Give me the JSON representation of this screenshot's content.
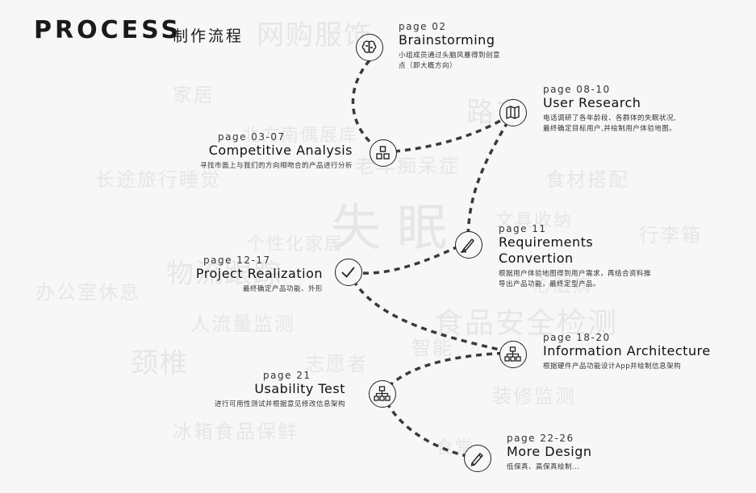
{
  "header": {
    "title": "PROCESS",
    "subtitle": "制作流程"
  },
  "background_words": [
    "网购服饰",
    "家居",
    "路东",
    "北方南偶展库",
    "长途旅行睡觉",
    "食材搭配",
    "老年痴呆症",
    "失眠",
    "文具收纳",
    "行李箱",
    "个性化家居",
    "物流跟踪",
    "办公室休息",
    "人流量监测",
    "颈椎",
    "食品安全检测",
    "志愿者",
    "智能",
    "装修监测",
    "冰箱食品保鲜",
    "心脏病",
    "食堂"
  ],
  "steps": [
    {
      "id": "brainstorming",
      "page": "page 02",
      "name": "Brainstorming",
      "desc": [
        "小组成员通过头脑风暴得到创意",
        "点（即大概方向）"
      ],
      "icon": "brain-icon"
    },
    {
      "id": "user-research",
      "page": "page 08-10",
      "name": "User Research",
      "desc": [
        "电话调研了各年龄段、各群体的失眠状况,",
        "最终确定目标用户,并绘制用户体验地图。"
      ],
      "icon": "map-icon"
    },
    {
      "id": "competitive-analysis",
      "page": "page 03-07",
      "name": "Competitive Analysis",
      "desc": [
        "寻找市面上与我们的方向相吻合的产品进行分析"
      ],
      "icon": "squares-icon"
    },
    {
      "id": "requirements-convertion",
      "page": "page 11",
      "name": "Requirements Convertion",
      "desc": [
        "根据用户体验地图得到用户需求，再结合资料推",
        "导出产品功能，最终定型产品。"
      ],
      "icon": "pen-icon"
    },
    {
      "id": "project-realization",
      "page": "page 12-17",
      "name": "Project Realization",
      "desc": [
        "最终确定产品功能、外形"
      ],
      "icon": "check-icon"
    },
    {
      "id": "information-architecture",
      "page": "page 18-20",
      "name": "Information Architecture",
      "desc": [
        "根据硬件产品功能设计App并绘制信息架构"
      ],
      "icon": "hierarchy-icon"
    },
    {
      "id": "usability-test",
      "page": "page 21",
      "name": "Usability Test",
      "desc": [
        "进行可用性测试并根据意见修改信息架构"
      ],
      "icon": "hierarchy-icon"
    },
    {
      "id": "more-design",
      "page": "page 22-26",
      "name": "More Design",
      "desc": [
        "低保真、高保真绘制..."
      ],
      "icon": "pencil-icon"
    }
  ]
}
